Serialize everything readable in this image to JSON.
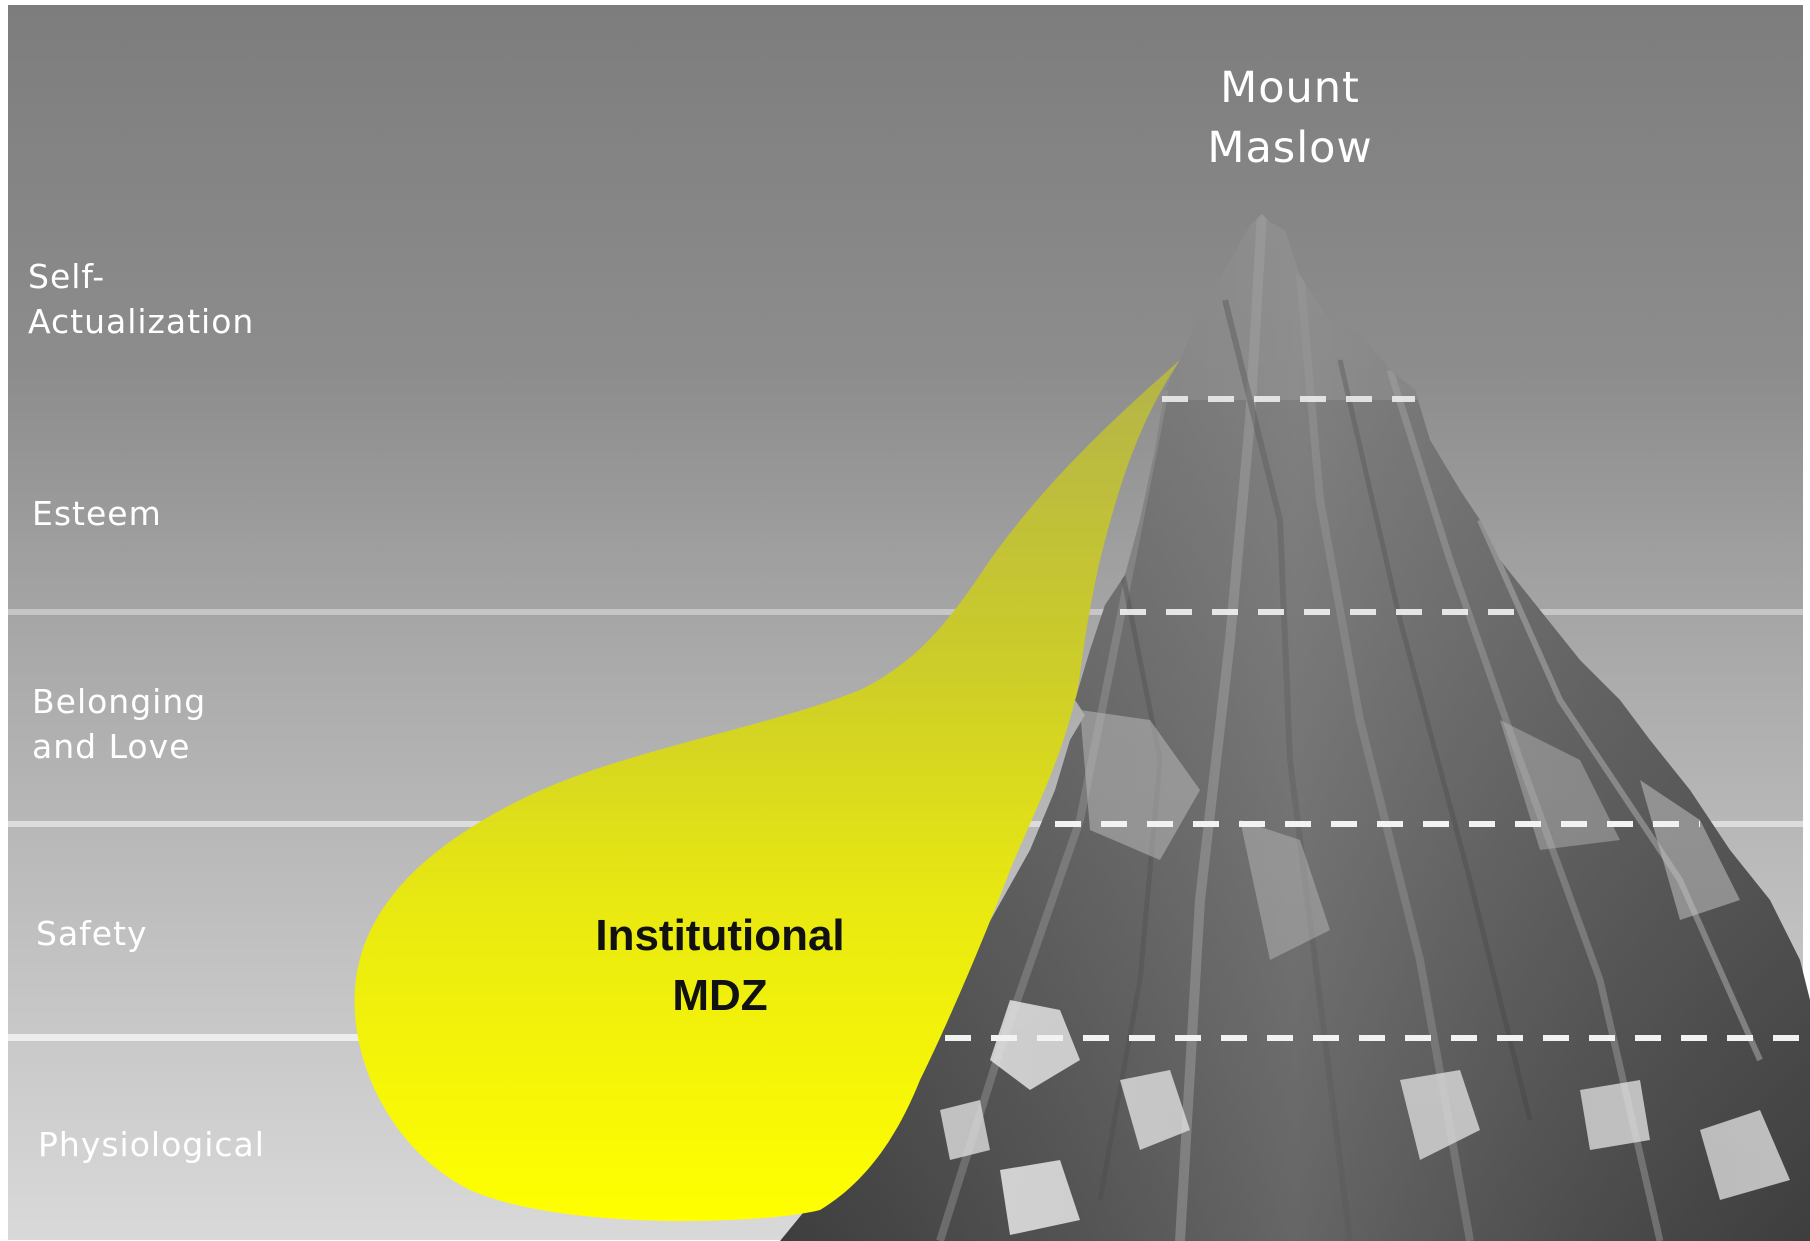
{
  "title": "Mount\nMaslow",
  "zone": {
    "label": "Institutional\nMDZ",
    "color": "#f7f700"
  },
  "levels": [
    {
      "label": "Self-\nActualization"
    },
    {
      "label": "Esteem"
    },
    {
      "label": "Belonging\nand Love"
    },
    {
      "label": "Safety"
    },
    {
      "label": "Physiological"
    }
  ],
  "colors": {
    "sky_top": "#7f7f7f",
    "sky_bottom": "#d8d8d8",
    "divider": "#e2e2e2",
    "dashes": "#ffffff",
    "text": "#ffffff"
  }
}
